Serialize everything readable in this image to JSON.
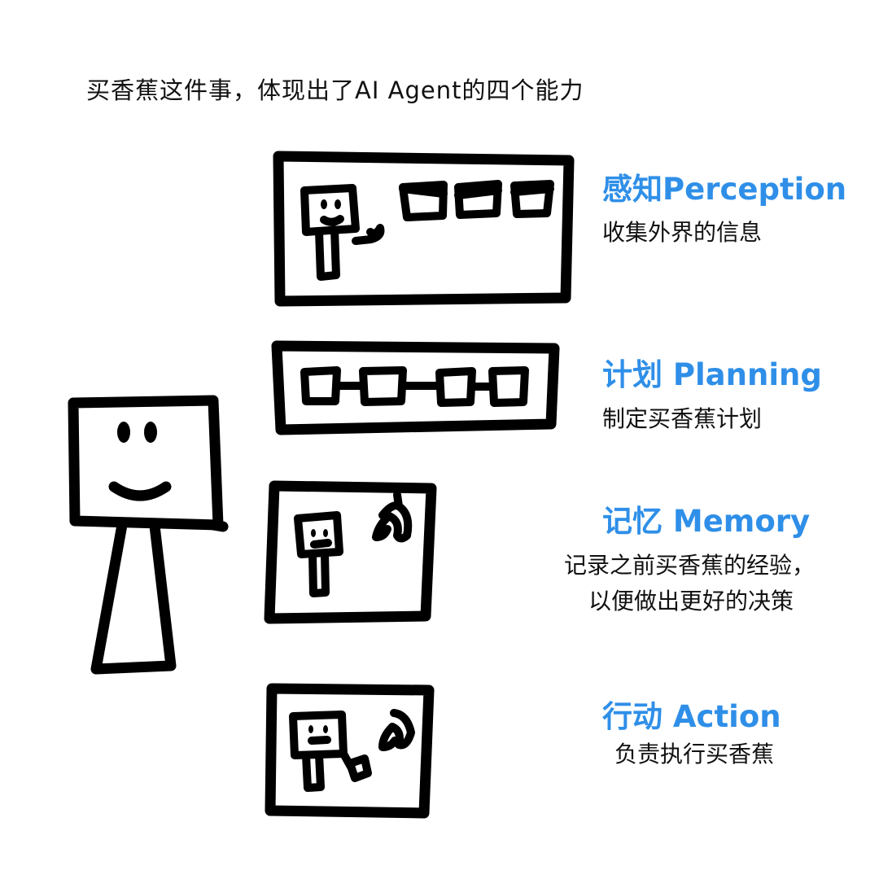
{
  "title": "买香蕉这件事，体现出了AI Agent的四个能力",
  "accent_color": "#2f8fe8",
  "capabilities": [
    {
      "heading": "感知Perception",
      "description": [
        "收集外界的信息"
      ]
    },
    {
      "heading": "计划 Planning",
      "description": [
        "制定买香蕉计划"
      ]
    },
    {
      "heading": "记忆 Memory",
      "description": [
        "记录之前买香蕉的经验，",
        "以便做出更好的决策"
      ]
    },
    {
      "heading": "行动 Action",
      "description": [
        "负责执行买香蕉"
      ]
    }
  ]
}
